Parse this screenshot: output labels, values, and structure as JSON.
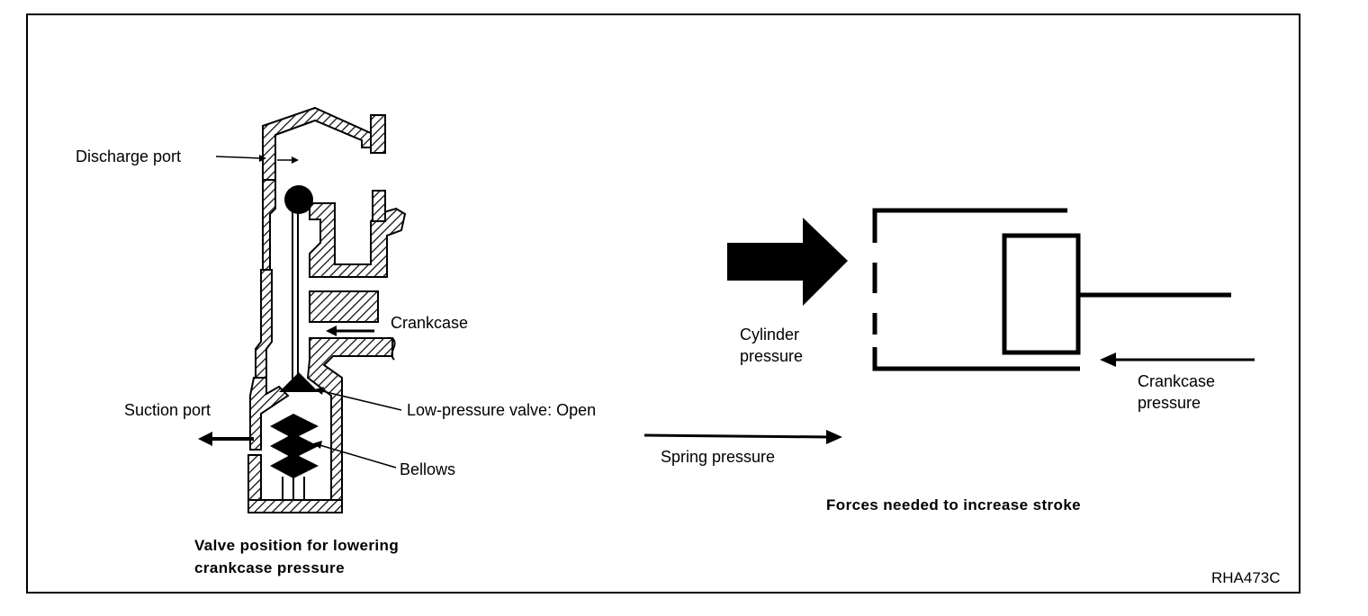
{
  "valve_diagram": {
    "labels": {
      "discharge_port": "Discharge port",
      "crankcase": "Crankcase",
      "suction_port": "Suction port",
      "low_pressure_valve": "Low-pressure valve: Open",
      "bellows": "Bellows"
    },
    "caption_line1": "Valve position for lowering",
    "caption_line2": "crankcase pressure"
  },
  "forces_diagram": {
    "cylinder_pressure_line1": "Cylinder",
    "cylinder_pressure_line2": "pressure",
    "spring_pressure": "Spring pressure",
    "crankcase_pressure_line1": "Crankcase",
    "crankcase_pressure_line2": "pressure",
    "caption": "Forces needed to increase stroke"
  },
  "figure_code": "RHA473C"
}
